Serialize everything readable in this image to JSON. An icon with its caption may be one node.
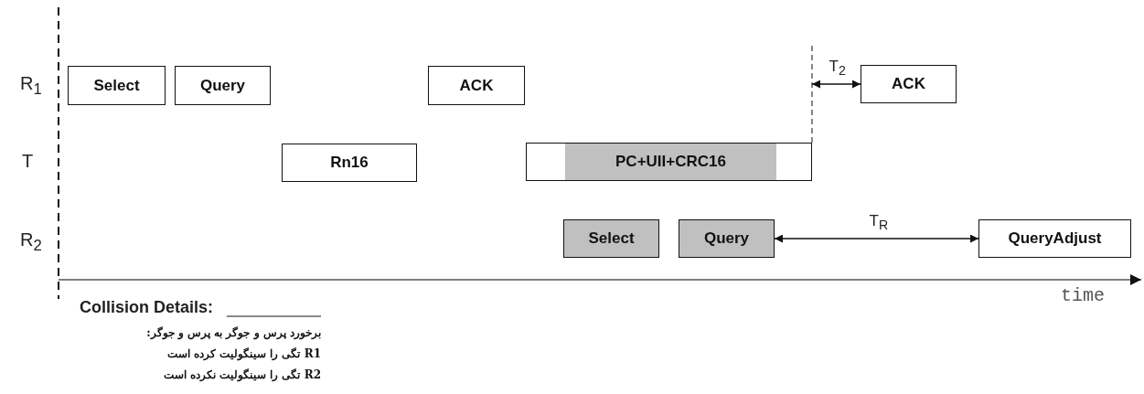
{
  "diagram": {
    "nodes": [
      {
        "text": [
          "Select"
        ]
      },
      {
        "text": [
          "Query"
        ]
      },
      {
        "text": [
          "ACK"
        ]
      },
      {
        "text": [
          "ACK"
        ]
      },
      {
        "text": [
          "Rn16"
        ]
      },
      {
        "text": [
          "PC+UII+CRC16"
        ]
      },
      {
        "text": [
          "Select"
        ]
      },
      {
        "text": [
          "Query"
        ]
      },
      {
        "text": [
          "QueryAdjust"
        ]
      }
    ],
    "edges": [
      {
        "from": null,
        "to": 3,
        "arrow": "both",
        "label": "T$_{2}$"
      },
      {
        "from": 7,
        "to": 8,
        "arrow": "both",
        "label": "T$_{R}$"
      }
    ],
    "labels": [
      "R$_{1}$",
      "T",
      "R$_{2}$",
      "time",
      "Collision Details:",
      "برخورد پرس و جوگر به پرس و جوگر:",
      "R1 تگی را سینگولیت کرده است",
      "R2 تگی را سینگولیت نکرده است"
    ]
  }
}
